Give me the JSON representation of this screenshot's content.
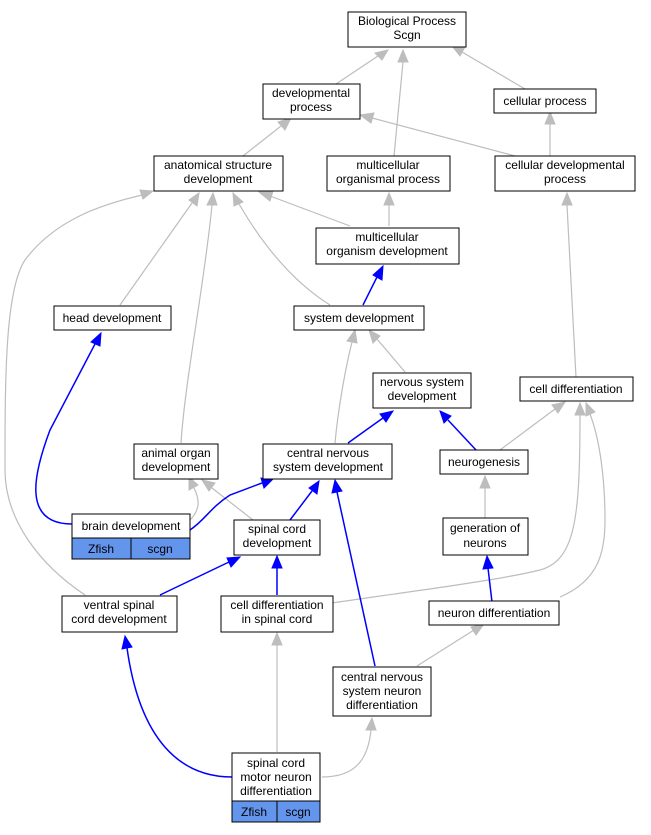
{
  "nodes": {
    "bp": [
      "Biological Process",
      "Scgn"
    ],
    "dev_process": [
      "developmental",
      "process"
    ],
    "cellular_process": [
      "cellular process"
    ],
    "anat_struct_dev": [
      "anatomical structure",
      "development"
    ],
    "multicell_org_process": [
      "multicellular",
      "organismal process"
    ],
    "cell_dev_process": [
      "cellular developmental",
      "process"
    ],
    "multicell_org_dev": [
      "multicellular",
      "organism development"
    ],
    "head_dev": [
      "head development"
    ],
    "system_dev": [
      "system development"
    ],
    "ns_dev": [
      "nervous system",
      "development"
    ],
    "cell_diff": [
      "cell differentiation"
    ],
    "animal_organ_dev": [
      "animal organ",
      "development"
    ],
    "cns_dev": [
      "central nervous",
      "system development"
    ],
    "neurogenesis": [
      "neurogenesis"
    ],
    "brain_dev": [
      "brain development"
    ],
    "spinal_cord_dev": [
      "spinal cord",
      "development"
    ],
    "gen_neurons": [
      "generation of",
      "neurons"
    ],
    "ventral_spinal": [
      "ventral spinal",
      "cord development"
    ],
    "cell_diff_spinal": [
      "cell differentiation",
      "in spinal cord"
    ],
    "neuron_diff": [
      "neuron differentiation"
    ],
    "cns_neuron_diff": [
      "central nervous",
      "system neuron",
      "differentiation"
    ],
    "sc_motor_neuron": [
      "spinal cord",
      "motor neuron",
      "differentiation"
    ]
  },
  "tags": {
    "brain_dev": [
      "Zfish",
      "scgn"
    ],
    "sc_motor_neuron": [
      "Zfish",
      "scgn"
    ]
  },
  "colors": {
    "gray_edge": "#bdbdbd",
    "blue_edge": "#0000ff",
    "tag_fill": "#6495ed"
  }
}
